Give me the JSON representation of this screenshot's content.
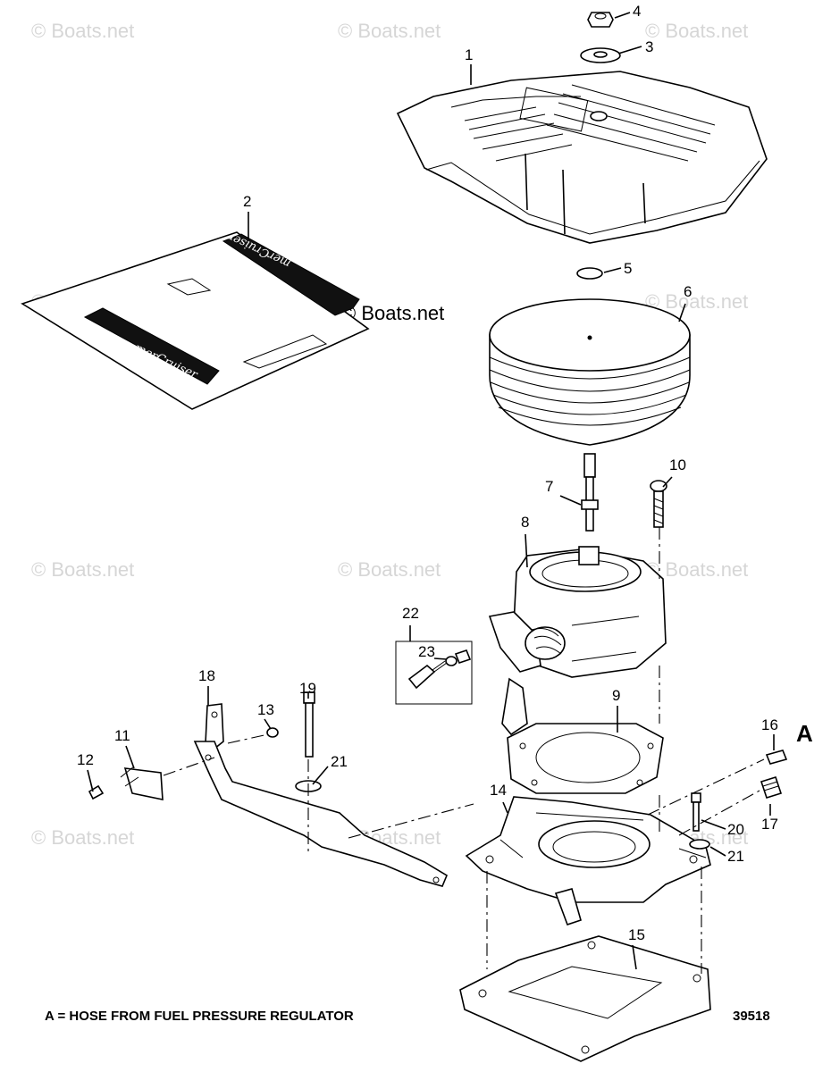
{
  "watermarks": [
    "© Boats.net",
    "© Boats.net",
    "© Boats.net",
    "© Boats.net",
    "© Boats.net",
    "© Boats.net",
    "© Boats.net",
    "© Boats.net",
    "© Boats.net",
    "© Boats.net",
    "© Boats.net"
  ],
  "watermark_center": "© Boats.net",
  "callouts": [
    "1",
    "2",
    "3",
    "4",
    "5",
    "6",
    "7",
    "8",
    "9",
    "10",
    "11",
    "12",
    "13",
    "14",
    "15",
    "16",
    "17",
    "18",
    "19",
    "20",
    "21",
    "21",
    "22",
    "23"
  ],
  "decal_brand": "merCruiser",
  "note_letter": "A",
  "note": "A = HOSE FROM FUEL PRESSURE REGULATOR",
  "diagram_number": "39518"
}
